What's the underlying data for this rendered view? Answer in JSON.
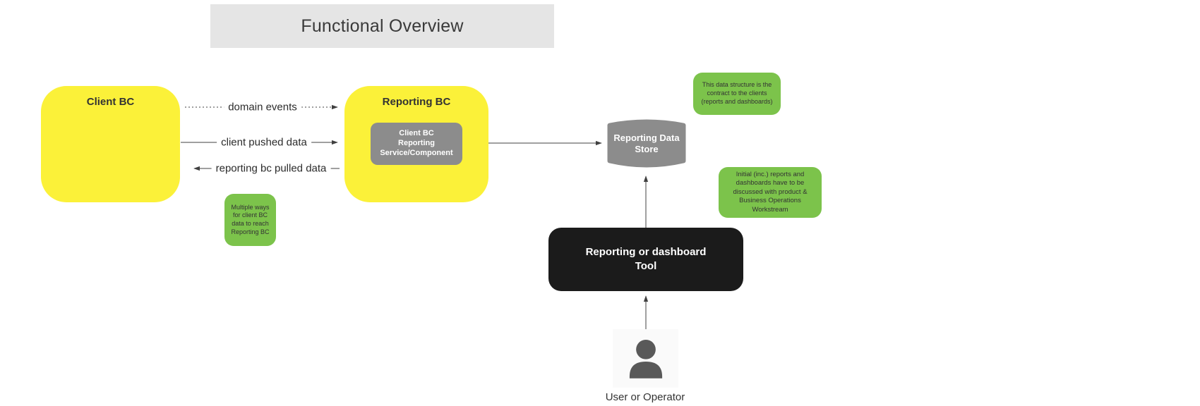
{
  "diagram": {
    "title": "Functional Overview",
    "nodes": {
      "client_bc": {
        "label": "Client BC"
      },
      "reporting_bc": {
        "label": "Reporting BC"
      },
      "reporting_service": {
        "label": "Client BC\nReporting\nService/Component"
      },
      "reporting_data_store": {
        "label": "Reporting Data\nStore"
      },
      "reporting_tool": {
        "label": "Reporting or dashboard\nTool"
      },
      "user": {
        "label": "User or Operator"
      }
    },
    "edges": [
      {
        "label": "domain events",
        "from": "Client BC",
        "to": "Reporting BC",
        "style": "dotted",
        "direction": "right"
      },
      {
        "label": "client pushed data",
        "from": "Client BC",
        "to": "Reporting BC",
        "style": "solid",
        "direction": "right"
      },
      {
        "label": "reporting bc pulled data",
        "from": "Reporting BC",
        "to": "Client BC",
        "style": "solid",
        "direction": "left"
      },
      {
        "label": "",
        "from": "Reporting BC",
        "to": "Reporting Data Store",
        "style": "solid",
        "direction": "right"
      },
      {
        "label": "",
        "from": "Reporting or dashboard Tool",
        "to": "Reporting Data Store",
        "style": "solid",
        "direction": "up"
      },
      {
        "label": "",
        "from": "User or Operator",
        "to": "Reporting or dashboard Tool",
        "style": "solid",
        "direction": "up"
      }
    ],
    "notes": [
      {
        "text": "Multiple ways\nfor client BC\ndata to reach\nReporting BC"
      },
      {
        "text": "This data structure is the\ncontract to the clients\n(reports and dashboards)"
      },
      {
        "text": "Initial (inc.) reports and\ndashboards have to be\ndiscussed with product &\nBusiness Operations\nWorkstream"
      }
    ],
    "colors": {
      "bc_yellow": "#FBF139",
      "note_green": "#7CC34B",
      "shape_gray": "#8C8C8C",
      "tool_black": "#1B1B1B",
      "title_gray": "#E5E5E5"
    }
  }
}
